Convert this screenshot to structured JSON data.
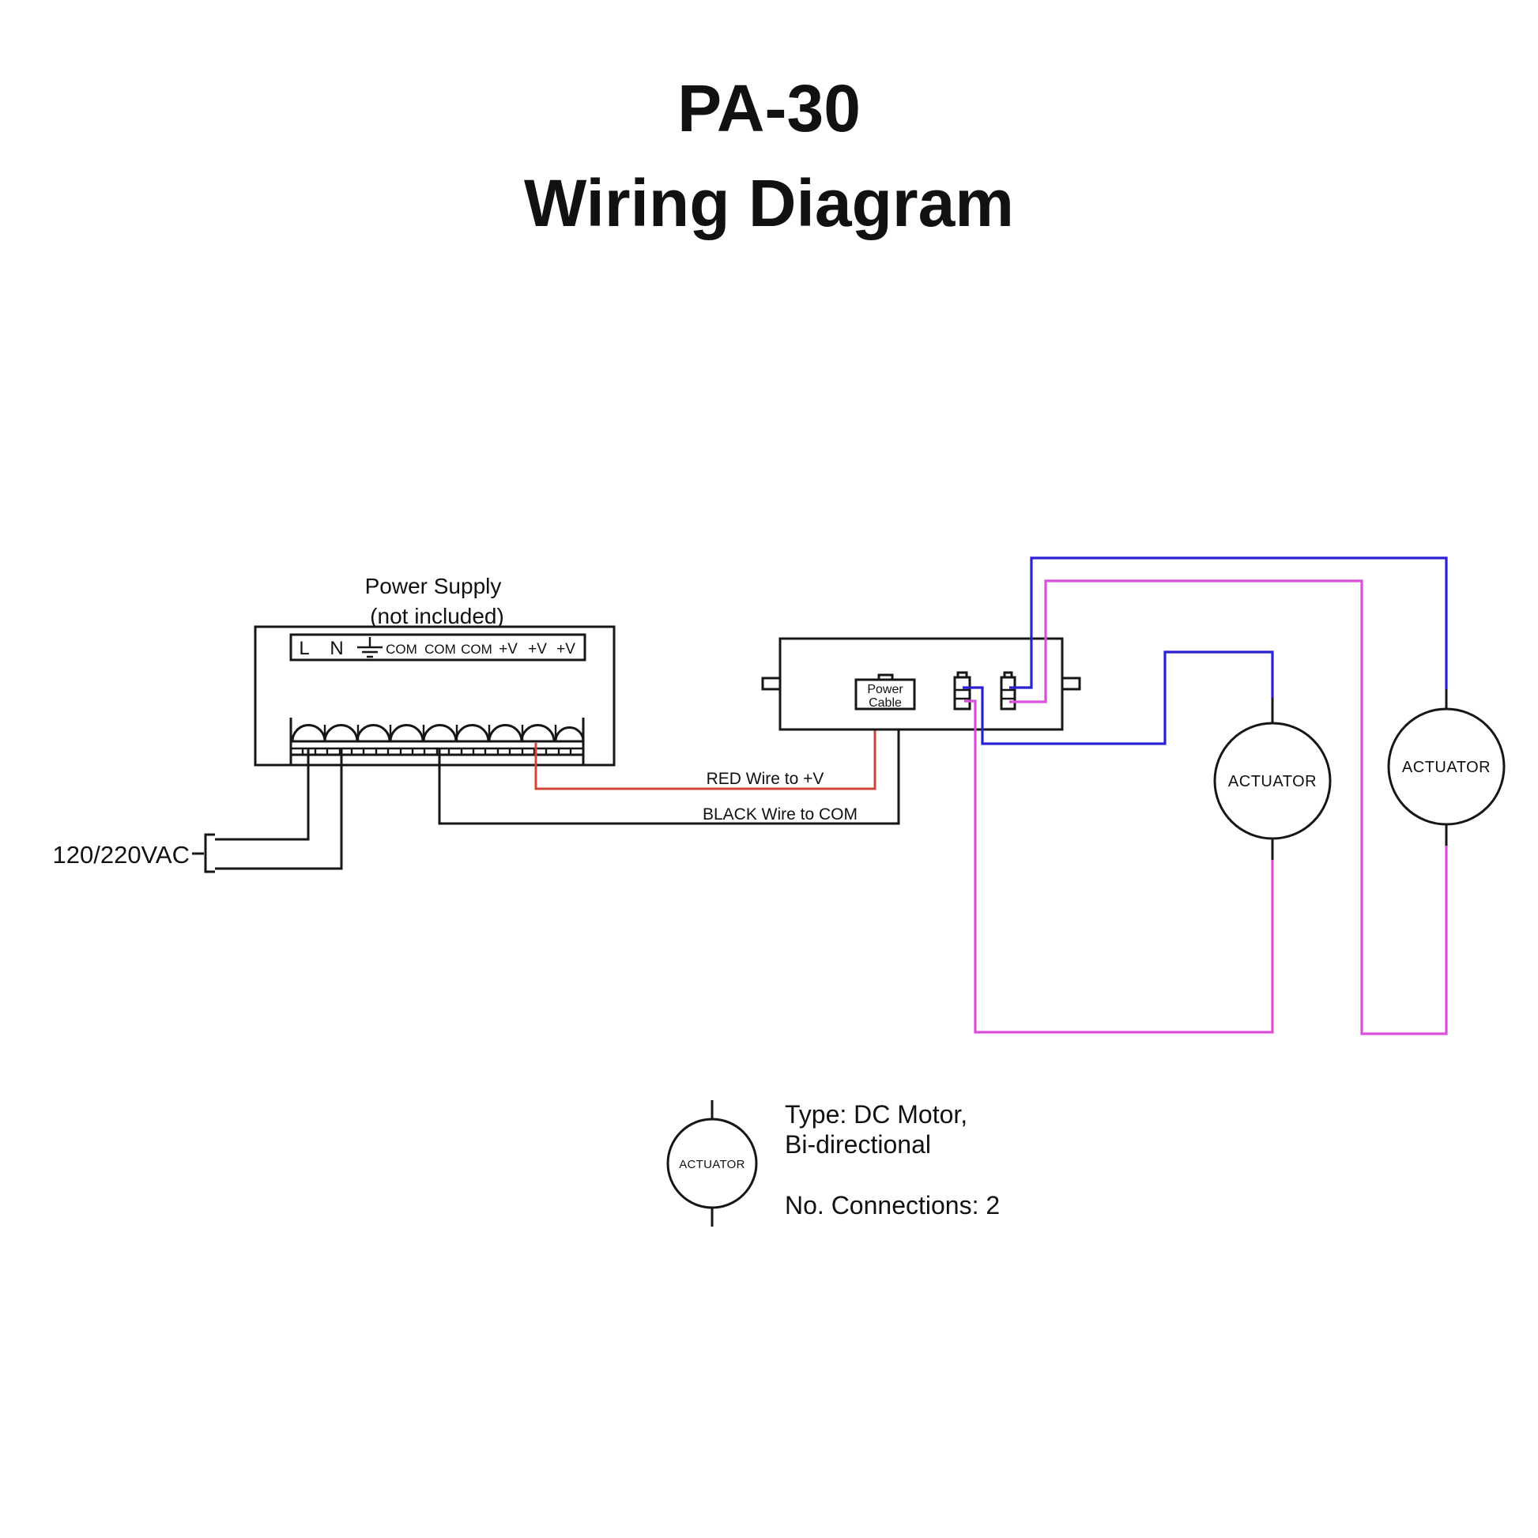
{
  "title": {
    "line1": "PA-30",
    "line2": "Wiring Diagram"
  },
  "power_supply": {
    "name_line1": "Power Supply",
    "name_line2": "(not included)",
    "terminals": {
      "l": "L",
      "n": "N",
      "com1": "COM",
      "com2": "COM",
      "com3": "COM",
      "v1": "+V",
      "v2": "+V",
      "v3": "+V"
    },
    "ground_icon": "earth-ground"
  },
  "ac_input": {
    "label": "120/220VAC"
  },
  "wire_labels": {
    "red": "RED Wire to +V",
    "black": "BLACK Wire to COM"
  },
  "control_box": {
    "power_cable_line1": "Power",
    "power_cable_line2": "Cable"
  },
  "actuator1": {
    "label": "ACTUATOR"
  },
  "actuator2": {
    "label": "ACTUATOR"
  },
  "legend": {
    "symbol_label": "ACTUATOR",
    "type_line1": "Type: DC Motor,",
    "type_line2": "Bi-directional",
    "connections": "No. Connections: 2"
  },
  "colors": {
    "line_black": "#161616",
    "wire_red": "#cf4537",
    "wire_blue": "#2a20d4",
    "wire_magenta": "#d94fd9"
  }
}
